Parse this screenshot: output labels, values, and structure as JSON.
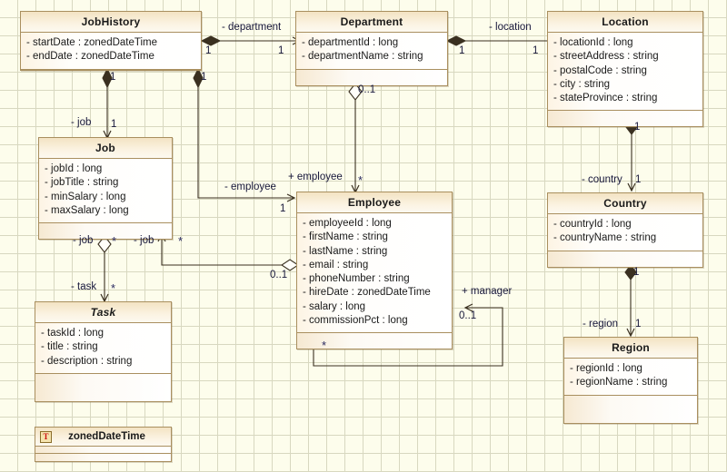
{
  "diagram": {
    "title": "UML Class Diagram",
    "background_color": "#fdfdec",
    "grid_color": "#d8d8c0",
    "class_border_color": "#a98f5f",
    "class_header_color": "#f3e3c3",
    "edge_color": "#3a3020",
    "label_color": "#16163a"
  },
  "classes": [
    {
      "id": "jobhistory",
      "name": "JobHistory",
      "abstract": false,
      "attributes": [
        "- startDate : zonedDateTime",
        "- endDate : zonedDateTime"
      ]
    },
    {
      "id": "department",
      "name": "Department",
      "abstract": false,
      "attributes": [
        "- departmentId : long",
        "- departmentName : string"
      ]
    },
    {
      "id": "location",
      "name": "Location",
      "abstract": false,
      "attributes": [
        "- locationId : long",
        "- streetAddress : string",
        "- postalCode : string",
        "- city : string",
        "- stateProvince : string"
      ]
    },
    {
      "id": "job",
      "name": "Job",
      "abstract": false,
      "attributes": [
        "- jobId : long",
        "- jobTitle : string",
        "- minSalary : long",
        "- maxSalary : long"
      ]
    },
    {
      "id": "employee",
      "name": "Employee",
      "abstract": false,
      "attributes": [
        "- employeeId : long",
        "- firstName : string",
        "- lastName : string",
        "- email : string",
        "- phoneNumber : string",
        "- hireDate : zonedDateTime",
        "- salary : long",
        "- commissionPct : long"
      ]
    },
    {
      "id": "country",
      "name": "Country",
      "abstract": false,
      "attributes": [
        "- countryId : long",
        "- countryName : string"
      ]
    },
    {
      "id": "task",
      "name": "Task",
      "abstract": true,
      "attributes": [
        "- taskId : long",
        "- title : string",
        "- description : string"
      ]
    },
    {
      "id": "region",
      "name": "Region",
      "abstract": false,
      "attributes": [
        "- regionId : long",
        "- regionName : string"
      ]
    }
  ],
  "datatypes": [
    {
      "id": "zoneddatetime",
      "name": "zonedDateTime",
      "badge": "T",
      "badge_color": "#cc1111"
    }
  ],
  "associations": [
    {
      "id": "jobhistory-department",
      "role": "- department",
      "source": "JobHistory",
      "target": "Department",
      "source_multiplicity": "1",
      "target_multiplicity": "1",
      "source_end": "composite-diamond",
      "target_end": "none"
    },
    {
      "id": "department-location",
      "role": "- location",
      "source": "Department",
      "target": "Location",
      "source_multiplicity": "1",
      "target_multiplicity": "1",
      "source_end": "composite-diamond",
      "target_end": "open-arrow"
    },
    {
      "id": "jobhistory-job",
      "role": "- job",
      "source": "JobHistory",
      "target": "Job",
      "source_multiplicity": "1",
      "target_multiplicity": "1",
      "source_end": "composite-diamond",
      "target_end": "open-arrow"
    },
    {
      "id": "jobhistory-employee",
      "role": "- employee",
      "source": "JobHistory",
      "target": "Employee",
      "source_multiplicity": "1",
      "target_multiplicity": "1",
      "source_end": "composite-diamond",
      "target_end": "open-arrow"
    },
    {
      "id": "department-employee",
      "role": "+ employee",
      "source": "Department",
      "target": "Employee",
      "source_multiplicity": "0..1",
      "target_multiplicity": "*",
      "source_end": "shared-diamond",
      "target_end": "open-arrow"
    },
    {
      "id": "job-task",
      "role_source": "- job",
      "role_target": "- task",
      "source": "Job",
      "target": "Task",
      "source_multiplicity": "*",
      "target_multiplicity": "*",
      "source_end": "shared-diamond",
      "target_end": "open-arrow"
    },
    {
      "id": "employee-job",
      "role": "- job",
      "source": "Employee",
      "target": "Job",
      "source_multiplicity": "0..1",
      "target_multiplicity": "*",
      "source_end": "shared-diamond",
      "target_end": "open-arrow"
    },
    {
      "id": "employee-manager",
      "role": "+ manager",
      "source": "Employee",
      "target": "Employee",
      "source_multiplicity": "*",
      "target_multiplicity": "0..1",
      "source_end": "shared-diamond",
      "target_end": "open-arrow"
    },
    {
      "id": "location-country",
      "role": "- country",
      "source": "Location",
      "target": "Country",
      "source_multiplicity": "1",
      "target_multiplicity": "1",
      "source_end": "composite-diamond",
      "target_end": "open-arrow"
    },
    {
      "id": "country-region",
      "role": "- region",
      "source": "Country",
      "target": "Region",
      "source_multiplicity": "1",
      "target_multiplicity": "1",
      "source_end": "composite-diamond",
      "target_end": "open-arrow"
    }
  ],
  "labels": {
    "department": "- department",
    "location": "- location",
    "job_from_jobhistory": "- job",
    "employee_from_jobhistory": "- employee",
    "employee_from_department": "+ employee",
    "job_left": "- job",
    "job_right": "- job",
    "task": "- task",
    "manager": "+ manager",
    "country": "- country",
    "region": "- region"
  },
  "multiplicities": {
    "jh_dept_src": "1",
    "jh_dept_tgt": "1",
    "dept_loc_src": "1",
    "dept_loc_tgt": "1",
    "jh_job_src": "1",
    "jh_job_tgt": "1",
    "jh_emp_src": "1",
    "jh_emp_tgt": "1",
    "dept_emp_src": "0..1",
    "dept_emp_tgt": "*",
    "job_task_src": "*",
    "job_task_tgt": "*",
    "emp_job_src": "0..1",
    "emp_job_tgt": "*",
    "emp_mgr_src": "*",
    "emp_mgr_tgt": "0..1",
    "loc_country_src": "1",
    "loc_country_tgt": "1",
    "country_region_src": "1",
    "country_region_tgt": "1"
  }
}
